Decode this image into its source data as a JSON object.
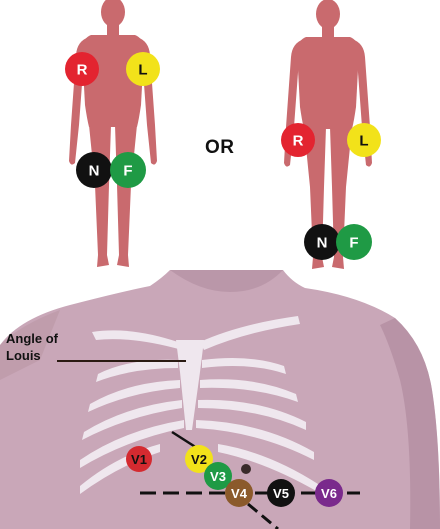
{
  "separator": {
    "label": "OR"
  },
  "anatomy": {
    "label_line1": "Angle of",
    "label_line2": "Louis"
  },
  "colors": {
    "body": "#c96a6e",
    "chest_skin": "#c9a7b8",
    "rib_bone": "#efe7ee",
    "limb_red": "#e32430",
    "limb_yellow": "#f2e21a",
    "limb_black": "#111111",
    "limb_green": "#1f9a45",
    "chest_red": "#d42a30",
    "chest_yellow": "#f2e21a",
    "chest_green": "#1f9a45",
    "chest_brown": "#8b5a2b",
    "chest_black": "#111111",
    "chest_purple": "#7a2a8c"
  },
  "limb_electrodes_left_figure": [
    {
      "label": "R",
      "color": "limb_red",
      "text_color": "#ffffff"
    },
    {
      "label": "L",
      "color": "limb_yellow",
      "text_color": "#111111"
    },
    {
      "label": "N",
      "color": "limb_black",
      "text_color": "#ffffff"
    },
    {
      "label": "F",
      "color": "limb_green",
      "text_color": "#ffffff"
    }
  ],
  "limb_electrodes_right_figure": [
    {
      "label": "R",
      "color": "limb_red",
      "text_color": "#ffffff"
    },
    {
      "label": "L",
      "color": "limb_yellow",
      "text_color": "#111111"
    },
    {
      "label": "N",
      "color": "limb_black",
      "text_color": "#ffffff"
    },
    {
      "label": "F",
      "color": "limb_green",
      "text_color": "#ffffff"
    }
  ],
  "chest_electrodes": [
    {
      "label": "V1",
      "color": "chest_red",
      "text_color": "#111111"
    },
    {
      "label": "V2",
      "color": "chest_yellow",
      "text_color": "#111111"
    },
    {
      "label": "V3",
      "color": "chest_green",
      "text_color": "#ffffff"
    },
    {
      "label": "V4",
      "color": "chest_brown",
      "text_color": "#ffffff"
    },
    {
      "label": "V5",
      "color": "chest_black",
      "text_color": "#ffffff"
    },
    {
      "label": "V6",
      "color": "chest_purple",
      "text_color": "#ffffff"
    }
  ]
}
